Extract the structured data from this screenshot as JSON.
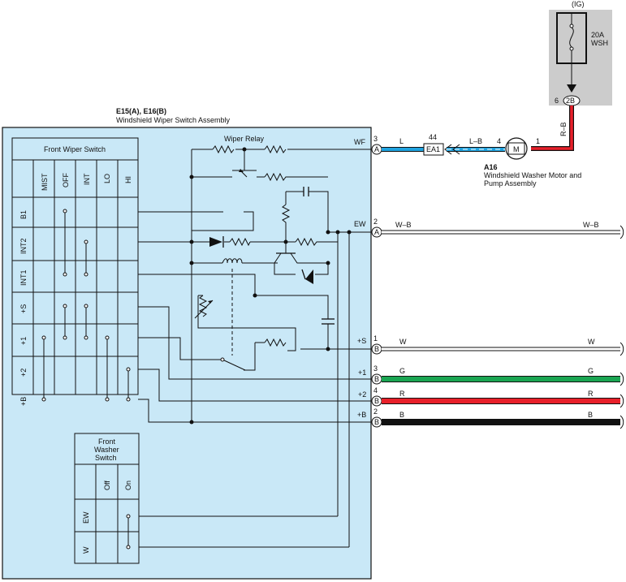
{
  "labels": {
    "ig": "(IG)",
    "fuse_rating": "20A",
    "fuse_name": "WSH",
    "connector_2b": "2B",
    "pin_6": "6",
    "rb_vertical": "R–B",
    "assembly_codes": "E15(A), E16(B)",
    "assembly_name": "Windshield Wiper Switch Assembly",
    "relay": "Wiper Relay",
    "front_wiper_switch": "Front Wiper Switch",
    "washer_switch_l1": "Front",
    "washer_switch_l2": "Washer",
    "washer_switch_l3": "Switch",
    "motor_code": "A16",
    "motor_name_l1": "Windshield Washer Motor and",
    "motor_name_l2": "Pump Assembly",
    "motor_symbol": "M",
    "motor_pin_1": "1",
    "motor_pin_4": "4",
    "ea1": "EA1",
    "ea1_pin": "44"
  },
  "wiper_columns": [
    "MIST",
    "OFF",
    "INT",
    "LO",
    "HI"
  ],
  "wiper_rows": [
    "B1",
    "INT2",
    "INT1",
    "+S",
    "+1",
    "+2",
    "+B"
  ],
  "washer_columns": [
    "Off",
    "On"
  ],
  "washer_rows": [
    "EW",
    "W"
  ],
  "terminals": [
    {
      "name": "WF",
      "pin": "3",
      "conn": "A",
      "wire": "L"
    },
    {
      "name": "EW",
      "pin": "2",
      "conn": "A",
      "wire": "W–B",
      "wire_right": "W–B"
    },
    {
      "name": "+S",
      "pin": "1",
      "conn": "B",
      "wire": "W",
      "wire_right": "W"
    },
    {
      "name": "+1",
      "pin": "3",
      "conn": "B",
      "wire": "G",
      "wire_right": "G"
    },
    {
      "name": "+2",
      "pin": "4",
      "conn": "B",
      "wire": "R",
      "wire_right": "R"
    },
    {
      "name": "+B",
      "pin": "2",
      "conn": "B",
      "wire": "B",
      "wire_right": "B"
    }
  ],
  "wire_l_right": "L–B",
  "colors": {
    "panel": "#c9e8f7",
    "fuse_box": "#cccccc",
    "blue": "#1fa3e0",
    "red": "#e8202a",
    "green": "#1aa552",
    "black": "#111111",
    "white_wire": "#ffffff"
  }
}
